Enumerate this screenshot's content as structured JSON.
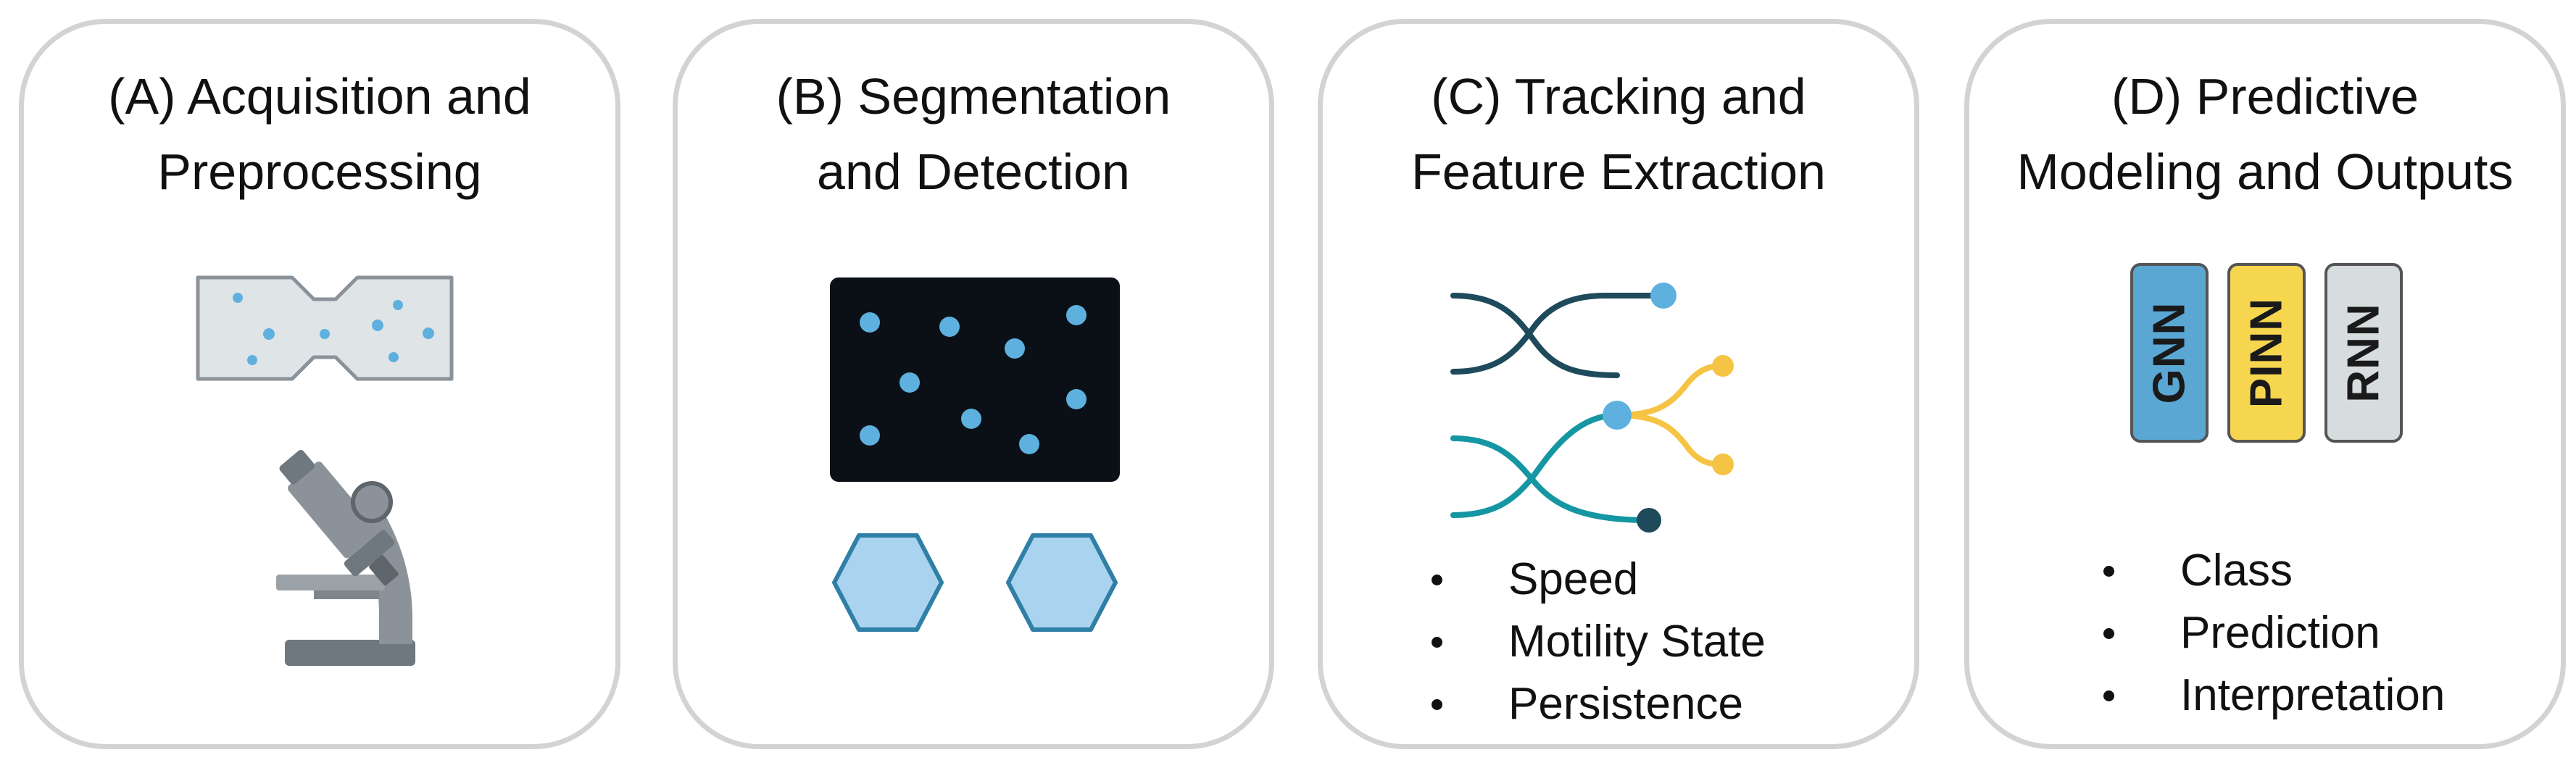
{
  "panels": {
    "a": {
      "title_line1": "(A)  Acquisition and",
      "title_line2": "Preprocessing"
    },
    "b": {
      "title_line1": "(B) Segmentation",
      "title_line2": "and Detection"
    },
    "c": {
      "title_line1": "(C) Tracking and",
      "title_line2": "Feature Extraction",
      "bullets": [
        "Speed",
        "Motility State",
        "Persistence"
      ]
    },
    "d": {
      "title_line1": "(D) Predictive",
      "title_line2": "Modeling and Outputs",
      "models": [
        "GNN",
        "PINN",
        "RNN"
      ],
      "bullets": [
        "Class",
        "Prediction",
        "Interpretation"
      ]
    }
  },
  "colors": {
    "panel_border": "#d3d3d3",
    "cell_blue": "#5eb0de",
    "light_blue": "#a9d3ef",
    "dark_teal": "#1e4a5c",
    "teal": "#1596a3",
    "yellow": "#f6c444",
    "microscope_gray": "#8b9299",
    "channel_fill": "#dfe4e7"
  },
  "icons": [
    "channel-icon",
    "microscope-icon",
    "cell-image-icon",
    "hexagon-icon",
    "trajectory-icon"
  ]
}
